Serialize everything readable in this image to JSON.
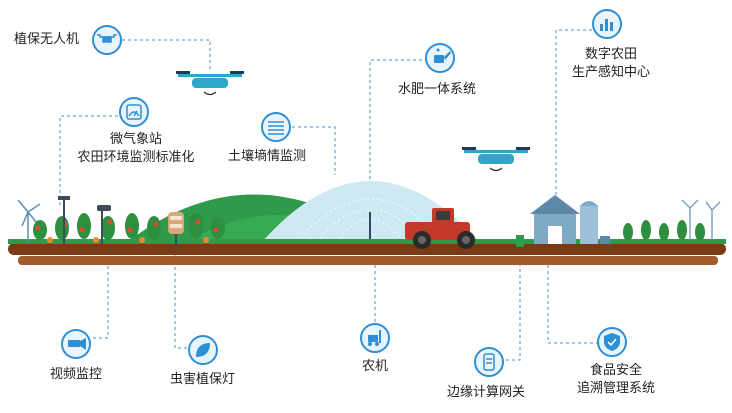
{
  "colors": {
    "icon_ring": "#2f8fd4",
    "icon_fill": "#e9f4fc",
    "connector": "#4a8fc8",
    "soil_top": "#7b3a16",
    "soil_bottom": "#a05a2c",
    "dome": "#cfe9f3",
    "hill": "#2e9a4a",
    "barn": "#7fa9c4",
    "tractor": "#c43a2a",
    "drone": "#2fa7c9"
  },
  "nodes": {
    "drone": {
      "label": "植保无人机",
      "icon": "drone-icon"
    },
    "weather": {
      "line1": "微气象站",
      "line2": "农田环境监测标准化",
      "icon": "gauge-icon"
    },
    "soil": {
      "label": "土壤墒情监测",
      "icon": "soil-sensor-icon"
    },
    "fertigation": {
      "label": "水肥一体系统",
      "icon": "watering-can-icon"
    },
    "digital": {
      "line1": "数字农田",
      "line2": "生产感知中心",
      "icon": "bar-chart-icon"
    },
    "video": {
      "label": "视频监控",
      "icon": "camera-icon"
    },
    "insect": {
      "label": "虫害植保灯",
      "icon": "leaf-icon"
    },
    "machine": {
      "label": "农机",
      "icon": "forklift-icon"
    },
    "edge": {
      "label": "边缘计算网关",
      "icon": "gateway-icon"
    },
    "food": {
      "line1": "食品安全",
      "line2": "追溯管理系统",
      "icon": "shield-check-icon"
    }
  }
}
